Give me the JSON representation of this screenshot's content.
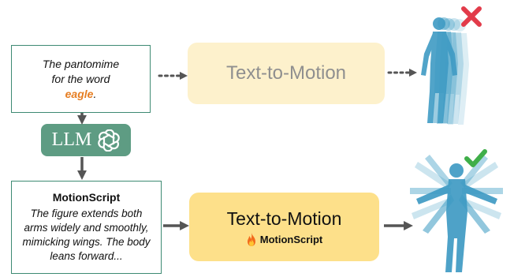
{
  "prompt": {
    "line1": "The pantomime",
    "line2": "for the word",
    "keyword": "eagle",
    "suffix": "."
  },
  "baseline_model": {
    "label": "Text-to-Motion"
  },
  "llm": {
    "label": "LLM",
    "icon": "openai-logo-icon"
  },
  "motion_script": {
    "title": "MotionScript",
    "lines": [
      "The figure extends both",
      "arms widely and smoothly,",
      "mimicking wings. The body",
      "leans forward..."
    ]
  },
  "enhanced_model": {
    "label": "Text-to-Motion",
    "sub_label": "MotionScript",
    "badge_icon": "fire-icon"
  },
  "results": {
    "baseline_mark": "cross-icon",
    "enhanced_mark": "checkmark-icon"
  },
  "colors": {
    "frame_green": "#3e8a73",
    "llm_green": "#5e9c83",
    "keyword_orange": "#e67e22",
    "faded_yellow": "#fdf1cc",
    "strong_yellow": "#fde08a",
    "figure_blue": "#4aa3c8",
    "cross_red": "#e23b4a",
    "check_green": "#3fae49",
    "arrow_gray": "#555555"
  }
}
